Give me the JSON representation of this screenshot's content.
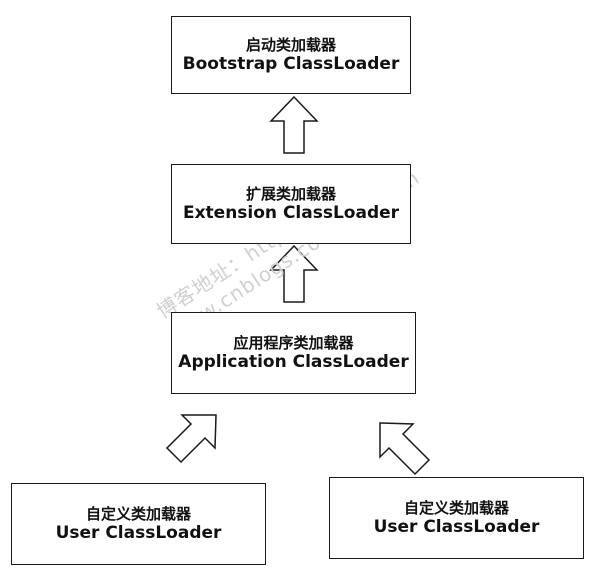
{
  "boxes": {
    "bootstrap": {
      "zh": "启动类加载器",
      "en": "Bootstrap ClassLoader"
    },
    "extension": {
      "zh": "扩展类加载器",
      "en": "Extension ClassLoader"
    },
    "application": {
      "zh": "应用程序类加载器",
      "en": "Application ClassLoader"
    },
    "user_left": {
      "zh": "自定义类加载器",
      "en": "User ClassLoader"
    },
    "user_right": {
      "zh": "自定义类加载器",
      "en": "User ClassLoader"
    }
  },
  "watermark": {
    "line1": "博客地址：http://",
    "line2": "www.cnblogs.com/ysocean"
  }
}
